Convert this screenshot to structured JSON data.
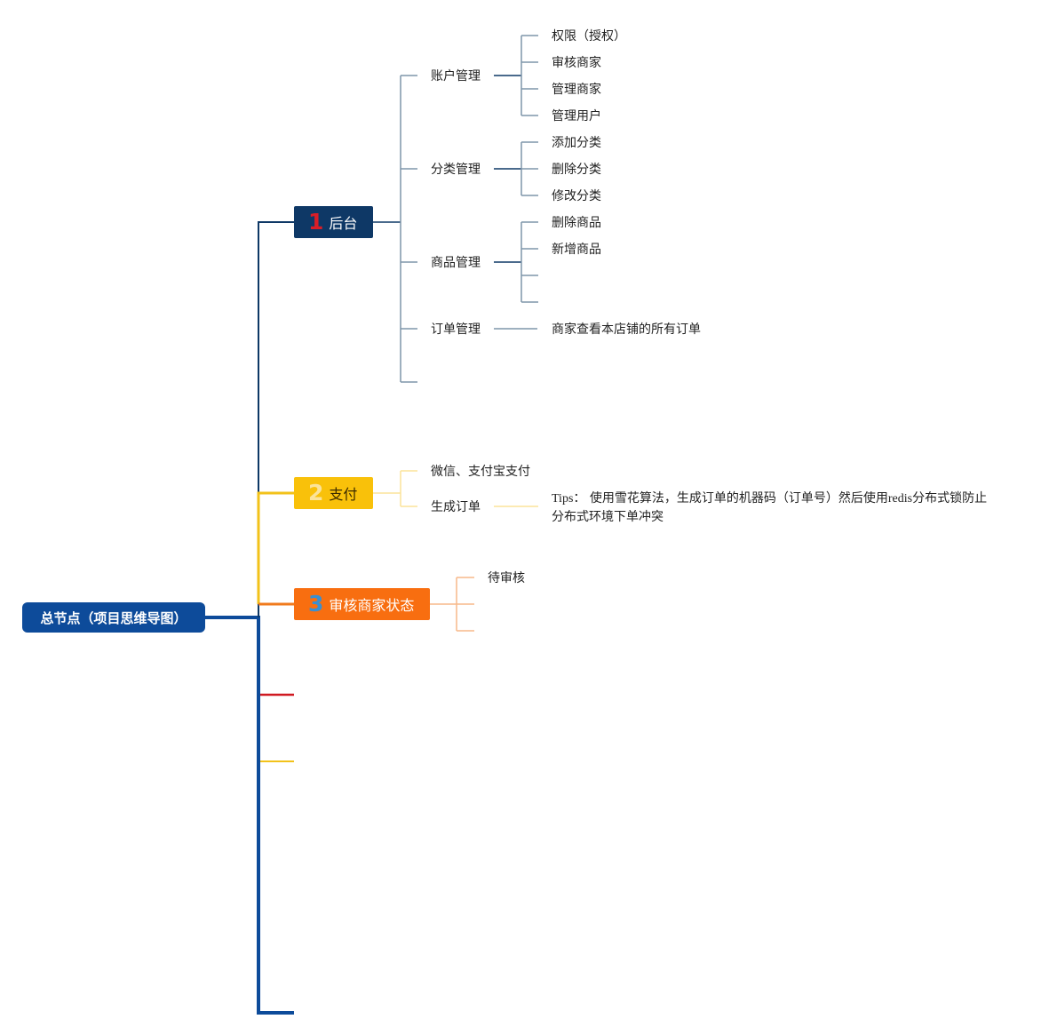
{
  "root": {
    "label": "总节点（项目思维导图）"
  },
  "branches": [
    {
      "number": "1",
      "label": "后台",
      "colors": {
        "fill": "#0e3866",
        "number": "#d81e28",
        "line": "#0e3866",
        "sub_line": "#7f95aa"
      },
      "children": [
        {
          "label": "账户管理",
          "children": [
            "权限（授权）",
            "审核商家",
            "管理商家",
            "管理用户"
          ]
        },
        {
          "label": "分类管理",
          "children": [
            "添加分类",
            "删除分类",
            "修改分类"
          ]
        },
        {
          "label": "商品管理",
          "children": [
            "删除商品",
            "新增商品",
            "",
            ""
          ]
        },
        {
          "label": "订单管理",
          "children": [
            "商家查看本店铺的所有订单"
          ]
        },
        {
          "label": "",
          "children": []
        }
      ]
    },
    {
      "number": "2",
      "label": "支付",
      "colors": {
        "fill": "#f9c10a",
        "number": "#fbe39a",
        "line": "#f2c21a",
        "sub_line": "#fbe39a"
      },
      "children": [
        {
          "label": "微信、支付宝支付",
          "children": []
        },
        {
          "label": "生成订单",
          "children": []
        }
      ],
      "tips": {
        "prefix": "Tips",
        "line1_a": "： 使用雪花算法，生成订单的机器码（订单号）然后使用",
        "line1_en": "redis",
        "line1_b": "分布式锁防止",
        "line2": "分布式环境下单冲突"
      }
    },
    {
      "number": "3",
      "label": "审核商家状态",
      "colors": {
        "fill": "#f86e10",
        "number": "#3a8fd0",
        "line": "#f07a1c",
        "sub_line": "#f7b98a"
      },
      "children": [
        {
          "label": "待审核"
        },
        {
          "label": ""
        },
        {
          "label": ""
        }
      ]
    }
  ],
  "empty_branches": [
    {
      "color": "#d01a22"
    },
    {
      "color": "#f2c21a"
    },
    {
      "color": "#0d4b9a"
    }
  ],
  "colors": {
    "trunk": "#0d4b9a",
    "root_fill": "#0d4b9a"
  }
}
